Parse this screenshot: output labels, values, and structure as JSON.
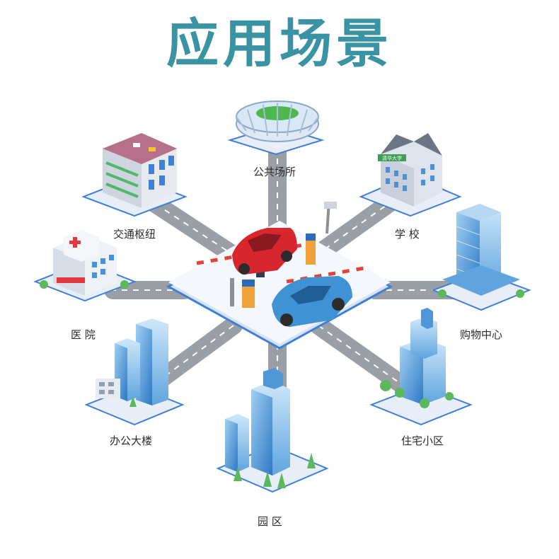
{
  "title": "应用场景",
  "scenarios": {
    "public_places": "公共场所",
    "school": "学 校",
    "transport_hub": "交通枢纽",
    "hospital": "医 院",
    "shopping_center": "购物中心",
    "office_building": "办公大楼",
    "residential": "住宅小区",
    "park": "园 区"
  },
  "signs": {
    "school_sign": "清华大学"
  },
  "colors": {
    "title": "#3a93a3",
    "road": "#9a9ea5",
    "tile": "#eef3fb",
    "tile_edge": "#3f7fd6",
    "building_glass": "#4f96d6",
    "red_car": "#d7262d",
    "blue_car": "#3f93d5"
  }
}
